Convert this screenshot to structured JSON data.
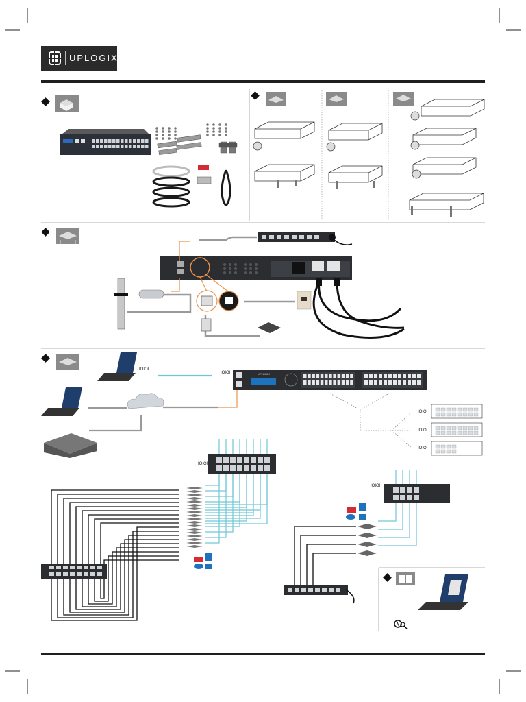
{
  "brand": {
    "name": "UPLOGIX",
    "colors": {
      "dark": "#2b2b2b",
      "accent_orange": "#e8924a",
      "accent_cyan": "#6fc6d8",
      "cable_grey": "#9a9a9a",
      "cable_black": "#1a1a1a",
      "power_red": "#d62b35",
      "power_blue": "#1e73be"
    }
  },
  "device": {
    "front_logo": "UPLOGIX"
  },
  "ports": {
    "serial_label": "IOIOI"
  },
  "steps": [
    {
      "id": "unpack",
      "icon": "open-box-icon"
    },
    {
      "id": "rack-mount-flush",
      "icon": "rack-shelf-icon"
    },
    {
      "id": "rack-mount-mid",
      "icon": "rack-shelf-icon"
    },
    {
      "id": "rack-mount-rails",
      "icon": "rack-shelf-icon"
    },
    {
      "id": "power-connect",
      "icon": "rack-shelf-icon"
    },
    {
      "id": "network-connect",
      "icon": "rack-network-icon"
    },
    {
      "id": "documentation",
      "icon": "book-icon"
    }
  ]
}
